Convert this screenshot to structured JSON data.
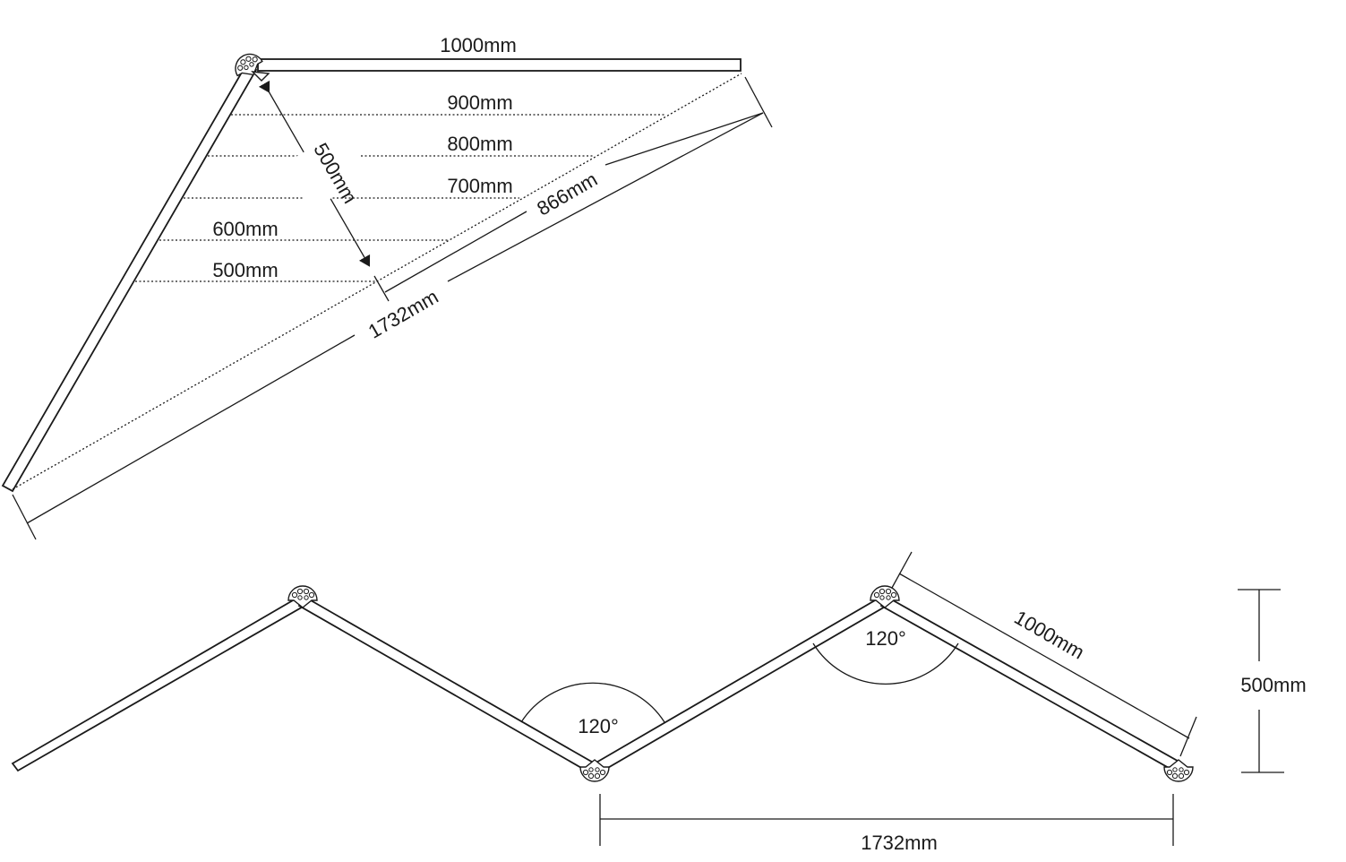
{
  "top_diagram": {
    "top_bar_label": "1000mm",
    "level_labels": [
      "900mm",
      "800mm",
      "700mm",
      "600mm",
      "500mm"
    ],
    "height_label": "500mm",
    "hypotenuse_half_label": "866mm",
    "hypotenuse_full_label": "1732mm"
  },
  "bottom_diagram": {
    "angle_label_1": "120°",
    "angle_label_2": "120°",
    "bar_length_label": "1000mm",
    "height_label": "500mm",
    "span_label": "1732mm"
  }
}
